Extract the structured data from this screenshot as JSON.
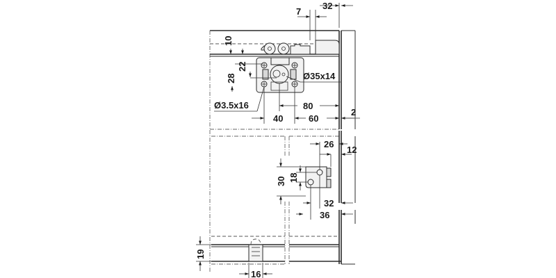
{
  "figure": {
    "type": "technical-dimension-drawing",
    "subject": "sliding door fitting — top roller bracket, middle guide, bottom guide"
  },
  "dimensions": {
    "top_offset": "32",
    "top_gap": "7",
    "rail_height": "10",
    "screw_spacing_v": "22",
    "center_height": "28",
    "cup_bore": "Ø35x14",
    "screw_spec": "Ø3.5x16",
    "hole_to_edge": "80",
    "screw_pitch": "40",
    "edge_distance": "60",
    "gap_right": "2",
    "guide_offset": "26",
    "panel_thickness": "12",
    "guide_height_outer": "30",
    "guide_height_inner": "18",
    "guide_depth_a": "32",
    "guide_depth_b": "36",
    "bottom_height": "19",
    "bottom_width": "16"
  },
  "colors": {
    "line": "#2a2a2a",
    "text": "#1a1a1a",
    "part_fill": "#f2f2f2",
    "background": "#ffffff"
  }
}
